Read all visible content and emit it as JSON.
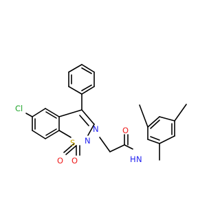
{
  "molecule": {
    "atom_labels": {
      "chlorine": "Cl",
      "ring_nitrogen": "N",
      "sulfonamide_nitrogen": "N",
      "amide_nitrogen_h": "H",
      "amide_nitrogen": "N",
      "sulfur": "S",
      "sulfonyl_oxygen_left": "O",
      "sulfonyl_oxygen_right": "O",
      "carbonyl_oxygen": "O"
    },
    "colors": {
      "bond": "#000000",
      "chlorine": "#1fa52a",
      "nitrogen": "#2020f0",
      "sulfur": "#c8a800",
      "oxygen": "#ee1c1c",
      "background": "#ffffff"
    }
  }
}
